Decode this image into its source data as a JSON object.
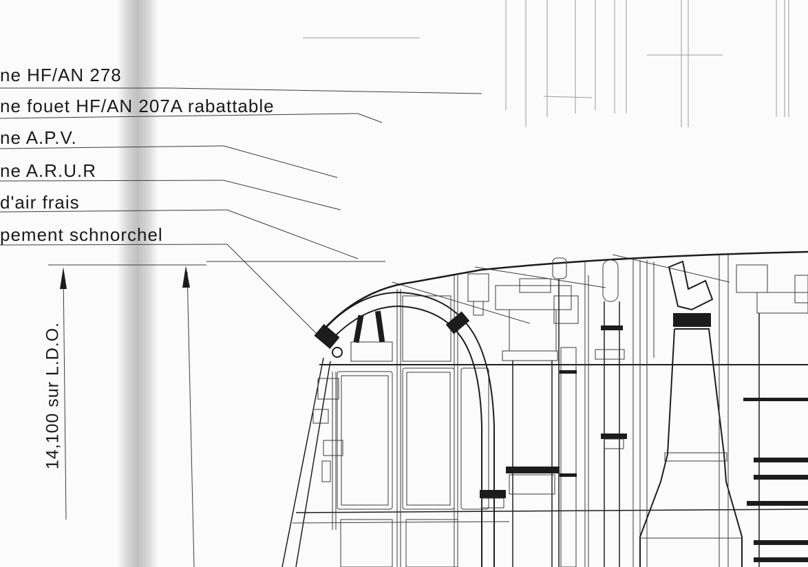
{
  "callouts": [
    "ne  HF/AN 278",
    "ne  fouet  HF/AN 207A  rabattable",
    "ne  A.P.V.",
    "ne  A.R.U.R",
    "d'air  frais",
    "pement  schnorchel"
  ],
  "dimension": {
    "label": "14,100 sur L.D.O."
  },
  "colors": {
    "ink": "#1c1c1c",
    "paper": "#fbfbfb"
  }
}
